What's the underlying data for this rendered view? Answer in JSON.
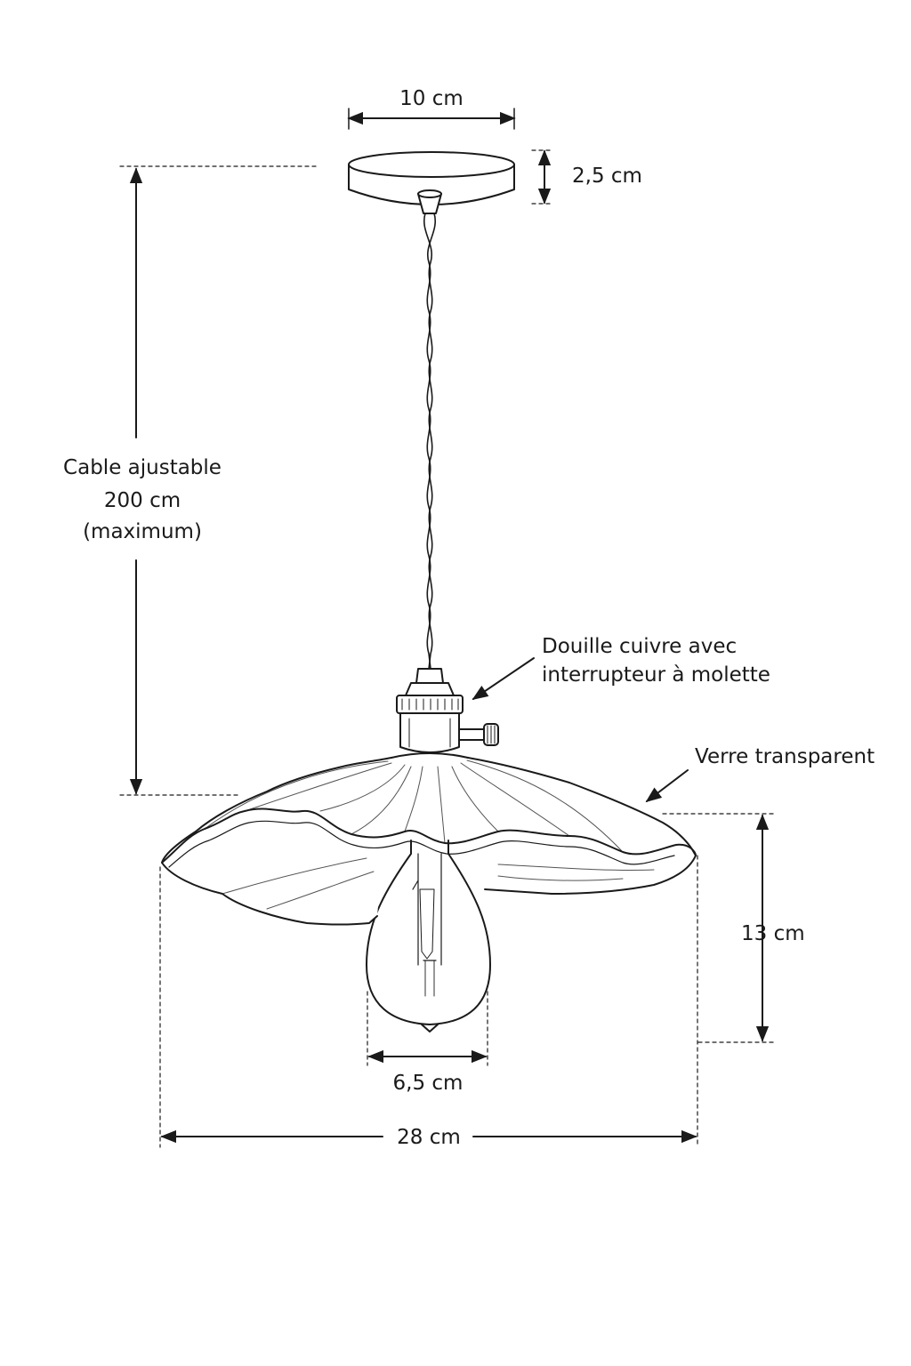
{
  "dimensions": {
    "canopy_width": "10 cm",
    "canopy_height": "2,5 cm",
    "cable_line1": "Cable ajustable",
    "cable_line2": "200 cm",
    "cable_line3": "(maximum)",
    "shade_height": "13 cm",
    "bulb_width": "6,5 cm",
    "shade_width": "28 cm"
  },
  "annotations": {
    "socket_line1": "Douille cuivre avec",
    "socket_line2": "interrupteur à molette",
    "glass": "Verre transparent"
  },
  "colors": {
    "line": "#1a1a1a",
    "background": "#ffffff"
  }
}
